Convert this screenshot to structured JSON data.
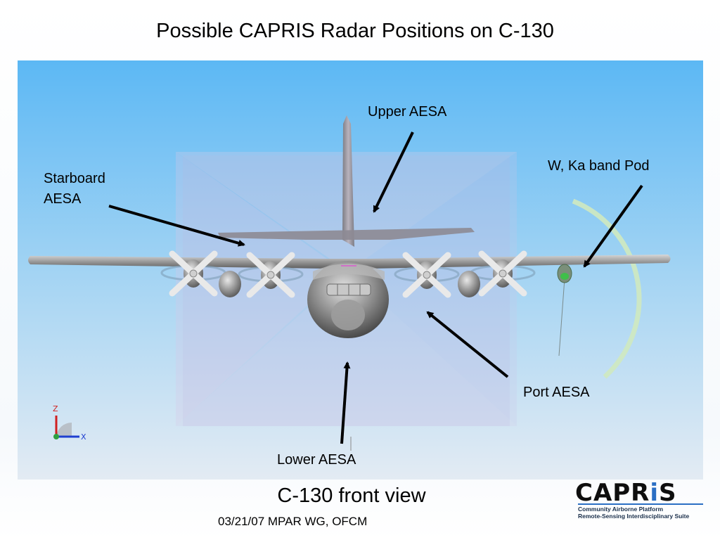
{
  "title": "Possible CAPRIS Radar Positions on C-130",
  "labels": {
    "upper": "Upper AESA",
    "starboard": "Starboard\nAESA",
    "pod": "W, Ka band Pod",
    "port": "Port AESA",
    "lower": "Lower AESA"
  },
  "axis": {
    "z": "Z",
    "x": "X"
  },
  "caption": "C-130 front view",
  "footer": "03/21/07 MPAR WG, OFCM",
  "logo": {
    "name_a": "CAPR",
    "name_b": "i",
    "name_c": "S",
    "line1": "Community Airborne Platform",
    "line2": "Remote-Sensing Interdisciplinary Suite"
  },
  "colors": {
    "sky_top": "#5cb8f4",
    "sky_bottom": "#e3ebf3",
    "aircraft": "#8e8e8e",
    "arrow": "#000000",
    "accent": "#2b6fc4"
  }
}
